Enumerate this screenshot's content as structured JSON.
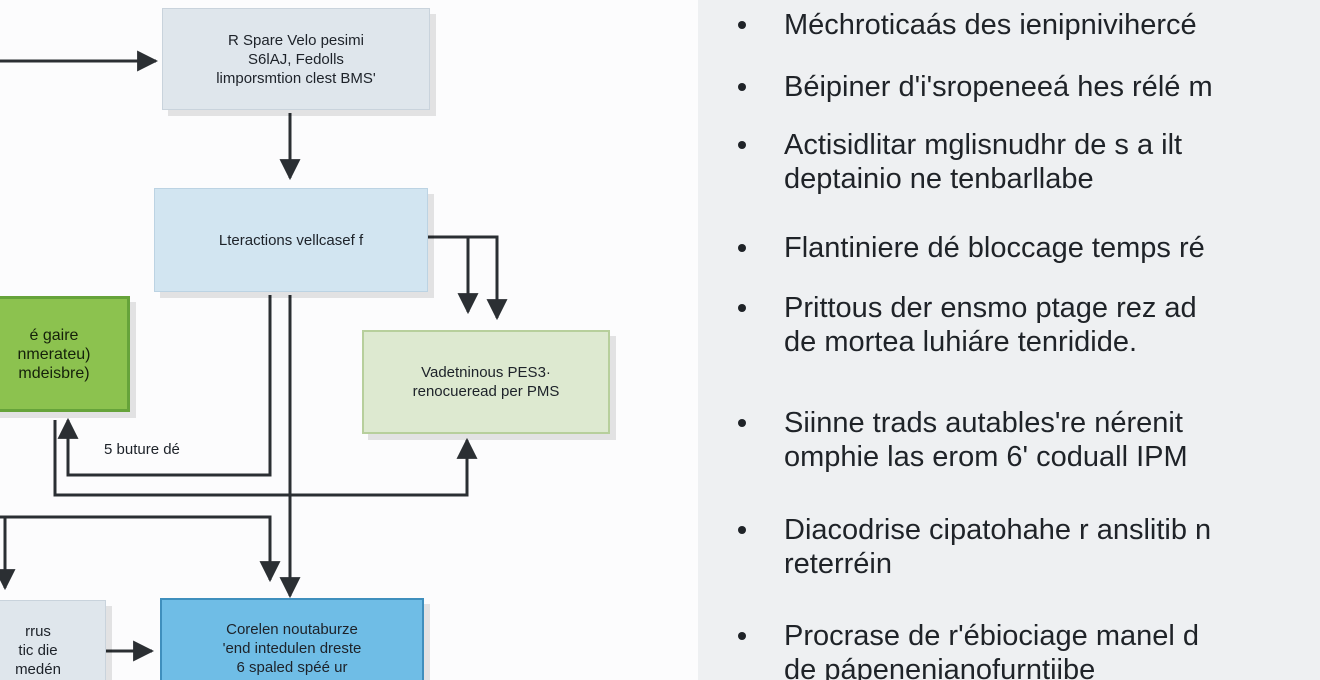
{
  "diagram": {
    "boxes": [
      {
        "id": "top",
        "text": "R Spare Velo pesimi\nS6lAJ, Fedolls\nlimporsmtion clest BMS'"
      },
      {
        "id": "interactions",
        "text": "Lteractions vellcasef f"
      },
      {
        "id": "green",
        "text": "é gaire\nnmerateu)\nmdeisbre)"
      },
      {
        "id": "validation",
        "text": "Vadetninous PES3·\nrenocueread per PMS"
      },
      {
        "id": "bottom_left",
        "text": "rrus\ntic die\nmedén"
      },
      {
        "id": "bottom_main",
        "text": "Corelen noutaburze\n'end intedulen dreste\n6 spaled spéé ur"
      }
    ],
    "edge_label": "5 buture dé"
  },
  "bullets": [
    {
      "lines": "Méchroticaás des ienipnivihercé"
    },
    {
      "lines": "Béipiner d'i'sropeneeá hes rélé m"
    },
    {
      "lines": "Actisidlitar mglisnudhr de s a ilt\ndeptainio ne tenbarllabe"
    },
    {
      "lines": "Flantiniere dé bloccage temps ré"
    },
    {
      "lines": "Prittous der ensmo ptage rez ad\nde mortea luhiáre tenridide."
    },
    {
      "lines": "Siinne trads autables're nérenit\nomphie las erom 6' coduall IPM"
    },
    {
      "lines": "Diacodrise cipatohahe r anslitib n\nreterréin"
    },
    {
      "lines": "Procrase de r'ébiociage manel d\nde pápenenianofurntiibe"
    }
  ],
  "colors": {
    "arrow": "#2b2f33",
    "grey_box": "#dfe6ec",
    "light_blue_box": "#d2e5f1",
    "green_box": "#8cc24f",
    "light_green_box": "#dde9d0",
    "blue_box": "#6fbde6",
    "bullet_panel": "#eef0f2"
  }
}
